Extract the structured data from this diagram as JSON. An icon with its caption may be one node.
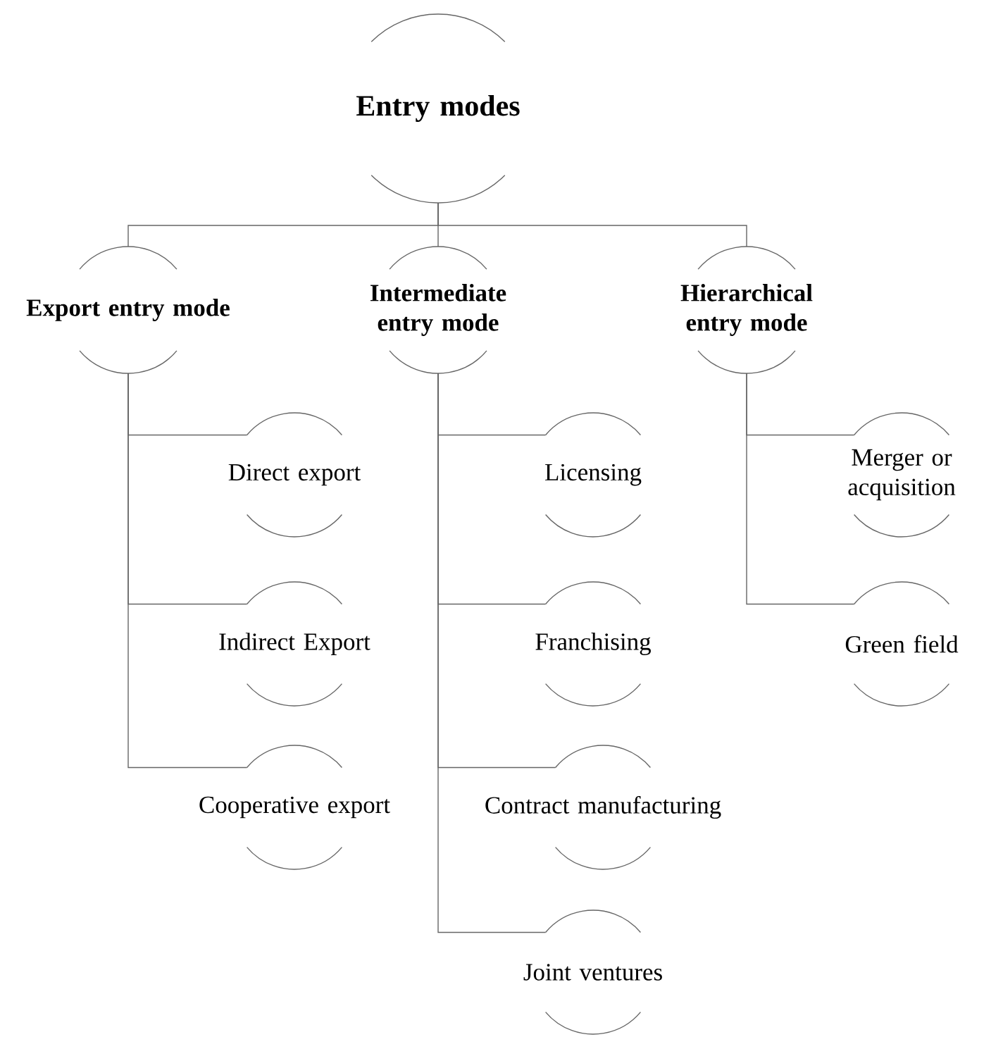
{
  "diagram": {
    "nodes": [
      {
        "text": [
          "Entry modes"
        ]
      },
      {
        "text": [
          "Export entry mode"
        ]
      },
      {
        "text": [
          "Intermediate entry mode"
        ]
      },
      {
        "text": [
          "Hierarchical entry mode"
        ]
      },
      {
        "text": [
          "Direct export"
        ]
      },
      {
        "text": [
          "Indirect Export"
        ]
      },
      {
        "text": [
          "Cooperative export"
        ]
      },
      {
        "text": [
          "Licensing"
        ]
      },
      {
        "text": [
          "Franchising"
        ]
      },
      {
        "text": [
          "Contract manufacturing"
        ]
      },
      {
        "text": [
          "Joint ventures"
        ]
      },
      {
        "text": [
          "Merger or acquisition"
        ]
      },
      {
        "text": [
          "Green field"
        ]
      }
    ],
    "edges": [
      {
        "from": 0,
        "to": 1,
        "arrow": "none"
      },
      {
        "from": 0,
        "to": 2,
        "arrow": "none"
      },
      {
        "from": 0,
        "to": 3,
        "arrow": "none"
      },
      {
        "from": 1,
        "to": 4,
        "arrow": "none"
      },
      {
        "from": 1,
        "to": 5,
        "arrow": "none"
      },
      {
        "from": 1,
        "to": 6,
        "arrow": "none"
      },
      {
        "from": 2,
        "to": 7,
        "arrow": "none"
      },
      {
        "from": 2,
        "to": 8,
        "arrow": "none"
      },
      {
        "from": 2,
        "to": 9,
        "arrow": "none"
      },
      {
        "from": 2,
        "to": 10,
        "arrow": "none"
      },
      {
        "from": 3,
        "to": 11,
        "arrow": "none"
      },
      {
        "from": 3,
        "to": 12,
        "arrow": "none"
      }
    ]
  }
}
